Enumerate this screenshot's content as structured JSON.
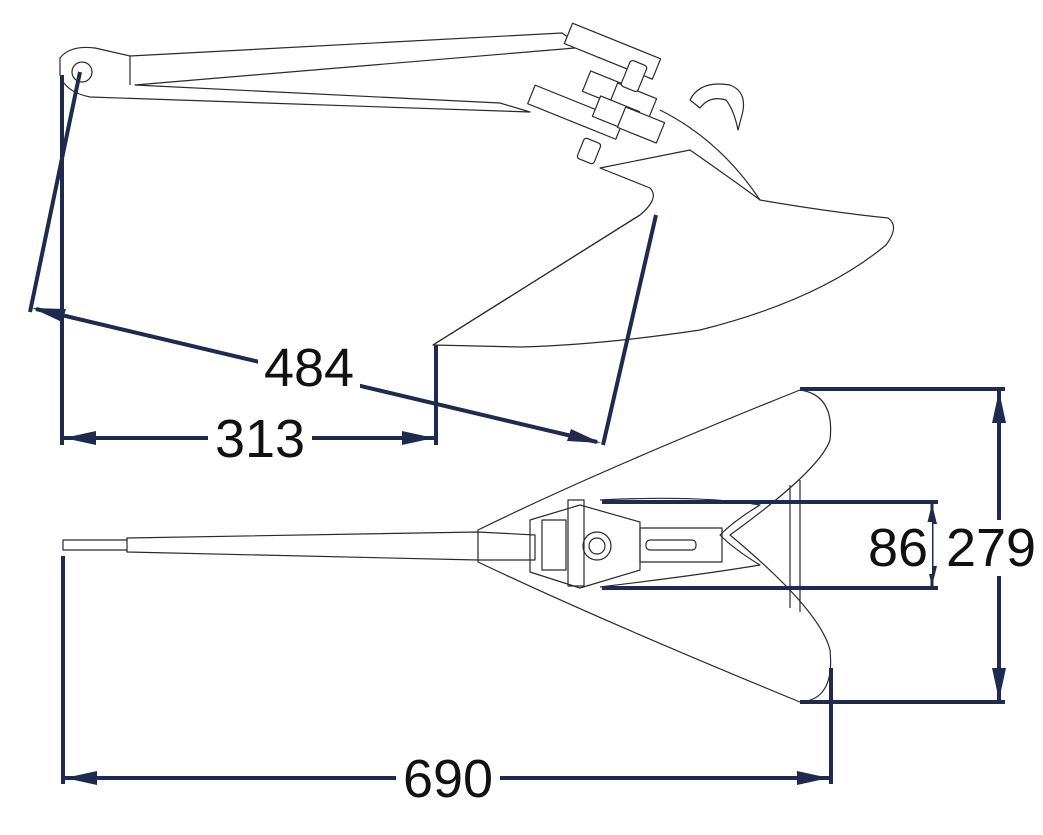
{
  "dimensions": {
    "shank_to_fluke_diagonal": "484",
    "shank_to_tip_side": "313",
    "overall_length": "690",
    "shank_width": "86",
    "fluke_width": "279"
  },
  "colors": {
    "dimension_line": "#1f2a4f",
    "outline": "#2a2a2a",
    "background": "#ffffff"
  }
}
